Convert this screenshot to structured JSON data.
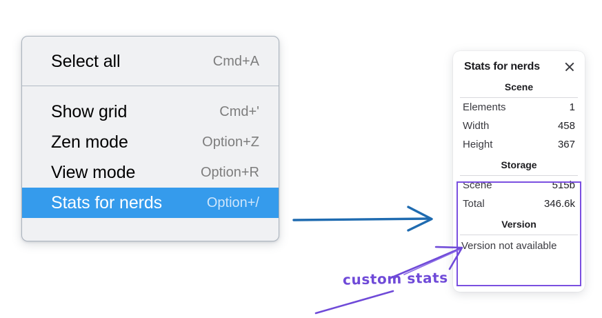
{
  "context_menu": {
    "name": "context-menu",
    "groups": [
      {
        "items": [
          {
            "label": "Select all",
            "shortcut": "Cmd+A",
            "selected": false
          }
        ]
      },
      {
        "items": [
          {
            "label": "Show grid",
            "shortcut": "Cmd+'",
            "selected": false
          },
          {
            "label": "Zen mode",
            "shortcut": "Option+Z",
            "selected": false
          },
          {
            "label": "View mode",
            "shortcut": "Option+R",
            "selected": false
          },
          {
            "label": "Stats for nerds",
            "shortcut": "Option+/",
            "selected": true
          }
        ]
      }
    ]
  },
  "stats_panel": {
    "title": "Stats for nerds",
    "close_icon": "close-icon",
    "sections": [
      {
        "heading": "Scene",
        "rows": [
          {
            "key": "Elements",
            "value": "1"
          },
          {
            "key": "Width",
            "value": "458"
          },
          {
            "key": "Height",
            "value": "367"
          }
        ]
      },
      {
        "heading": "Storage",
        "rows": [
          {
            "key": "Scene",
            "value": "515b"
          },
          {
            "key": "Total",
            "value": "346.6k"
          }
        ]
      },
      {
        "heading": "Version",
        "plain": "Version not available"
      }
    ]
  },
  "annotations": {
    "handwritten_label": "custom stats",
    "blue_arrow_label": "arrow-right",
    "purple_arrow_label": "arrow-up-right"
  },
  "colors": {
    "menu_background": "#f0f1f3",
    "menu_border": "#a9b2bc",
    "menu_separator": "#b3bbc5",
    "selection_blue": "#359bec",
    "selection_text": "#ffffff",
    "shortcut_gray": "#7d7d7d",
    "panel_background": "#ffffff",
    "panel_rule": "#d8d8dc",
    "highlight_purple": "#7a4fe0",
    "annotation_purple": "#6f4ad8",
    "arrow_blue": "#1f6bb0",
    "page_background": "#ffffff"
  }
}
